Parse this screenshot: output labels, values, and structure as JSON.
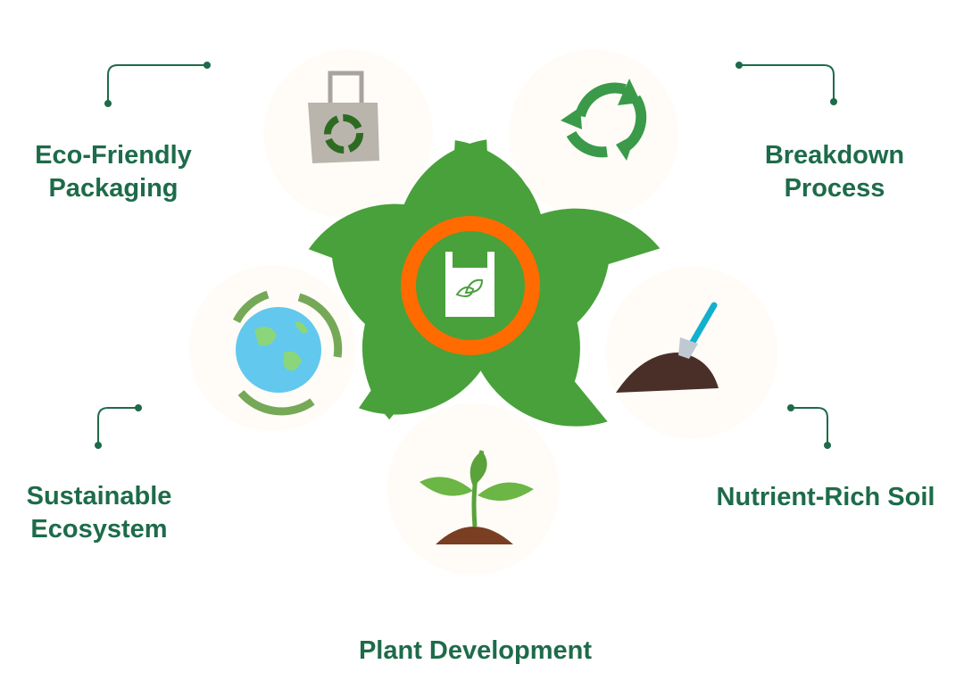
{
  "colors": {
    "petal": "#48a13a",
    "inner": "#fffcf7",
    "hub_ring": "#ff6b00",
    "text": "#1d6b4a"
  },
  "hub": {
    "icon": "plastic-bag-leaf-icon"
  },
  "items": [
    {
      "id": "packaging",
      "line1": "Eco-Friendly",
      "line2": "Packaging",
      "icon": "tote-bag-recycle-icon"
    },
    {
      "id": "breakdown",
      "line1": "Breakdown",
      "line2": "Process",
      "icon": "recycle-icon"
    },
    {
      "id": "ecosystem",
      "line1": "Sustainable",
      "line2": "Ecosystem",
      "icon": "globe-cycle-icon"
    },
    {
      "id": "soil",
      "line1": "Nutrient-Rich Soil",
      "line2": "",
      "icon": "soil-trowel-icon"
    },
    {
      "id": "plant",
      "line1": "Plant Development",
      "line2": "",
      "icon": "sprout-icon"
    }
  ]
}
